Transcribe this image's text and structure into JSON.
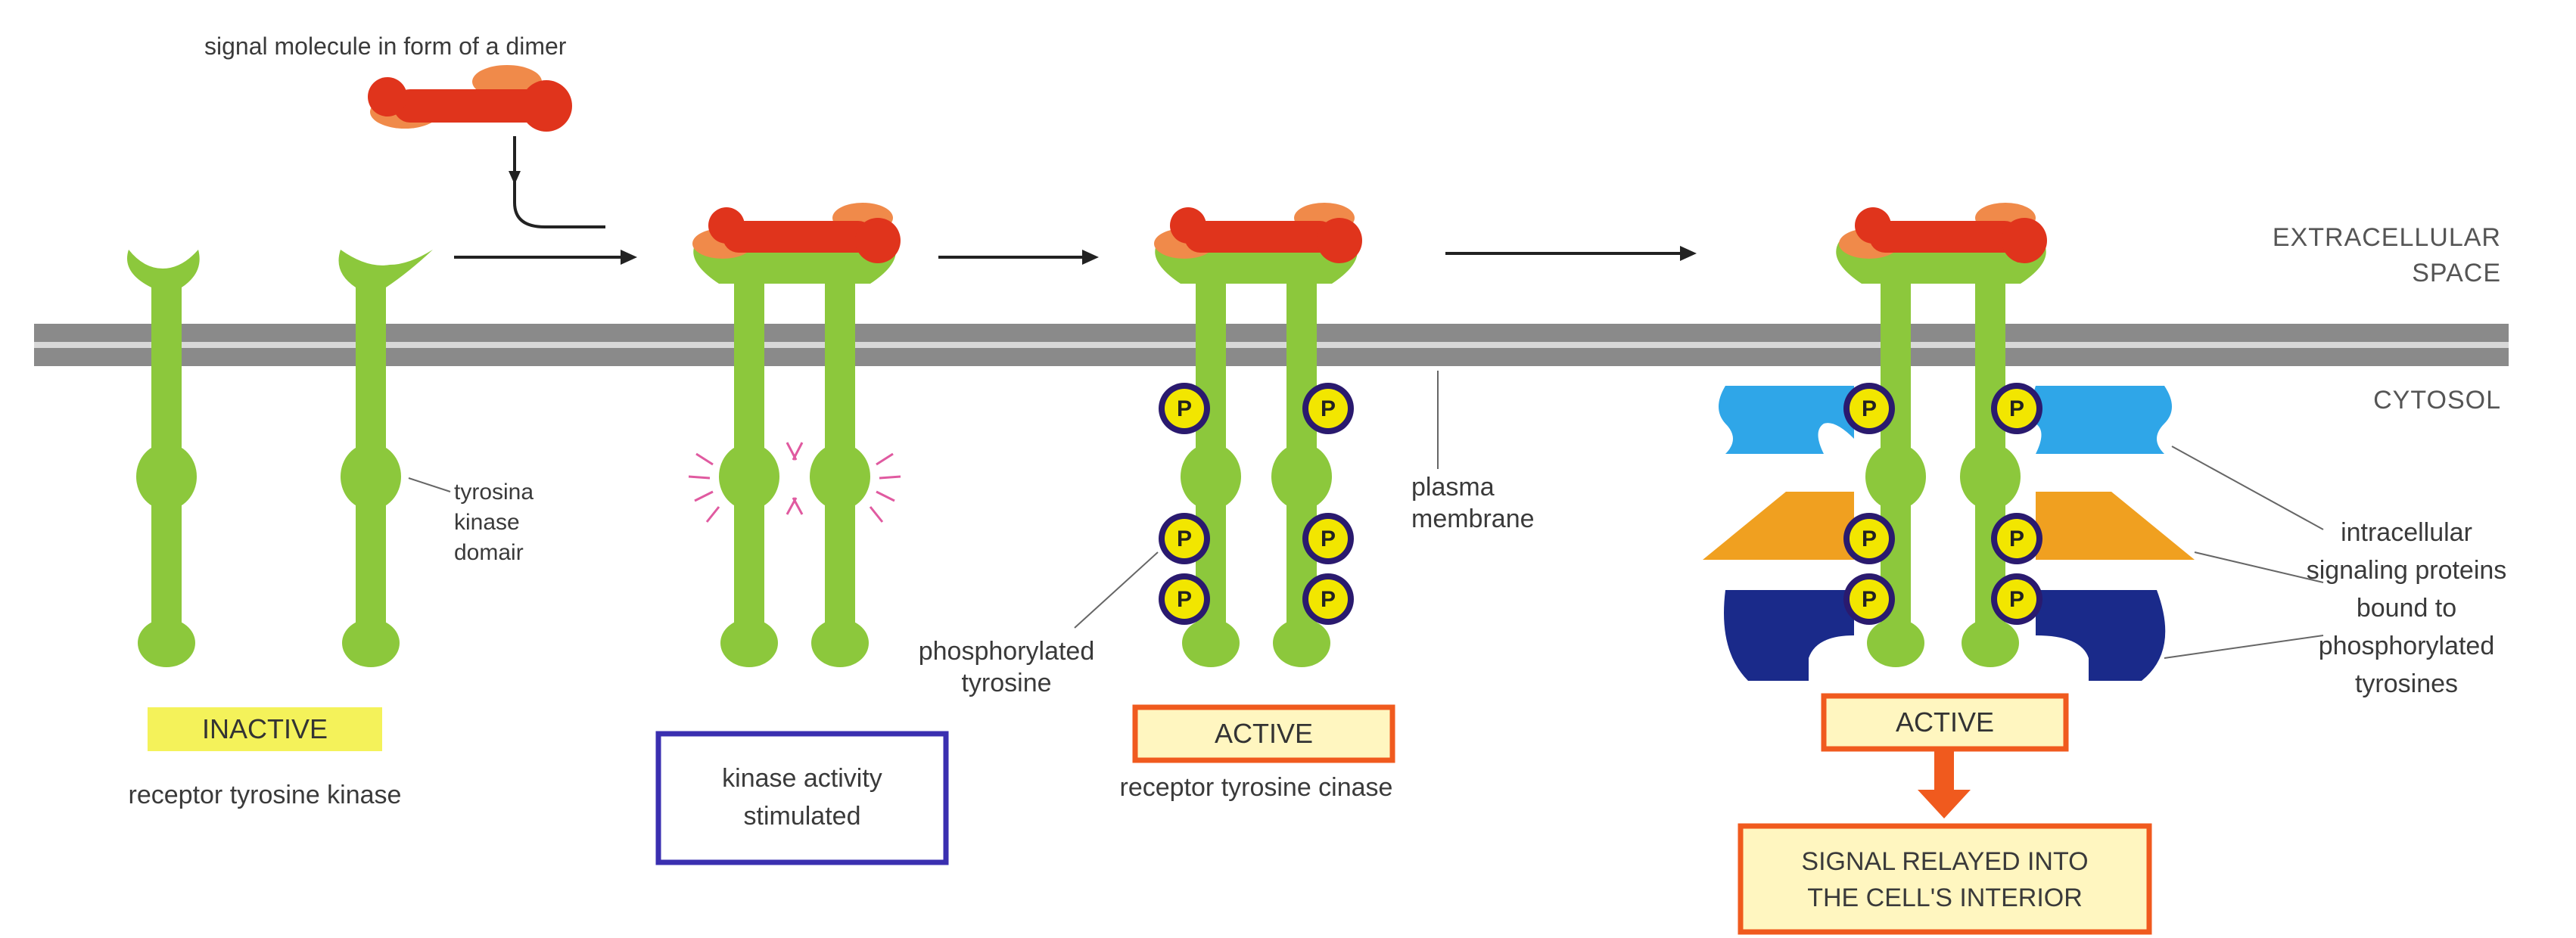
{
  "labels": {
    "signal_molecule": "signal molecule in form of a dimer",
    "extracellular_space_1": "EXTRACELLULAR",
    "extracellular_space_2": "SPACE",
    "cytosol": "CYTOSOL",
    "tyrosine_kinase_domain_1": "tyrosina",
    "tyrosine_kinase_domain_2": "kinase",
    "tyrosine_kinase_domain_3": "domair",
    "plasma_membrane_1": "plasma",
    "plasma_membrane_2": "membrane",
    "phosphorylated_tyrosine_1": "phosphorylated",
    "phosphorylated_tyrosine_2": "tyrosine",
    "intracellular_1": "intracellular",
    "intracellular_2": "signaling proteins",
    "intracellular_3": "bound to",
    "intracellular_4": "phosphorylated",
    "intracellular_5": "tyrosines",
    "receptor_tyrosine_kinase_1": "receptor tyrosine kinase",
    "receptor_tyrosine_kinase_2": "receptor tyrosine cinase",
    "phospho_symbol": "P"
  },
  "boxes": {
    "inactive": "INACTIVE",
    "kinase_activity_1": "kinase activity",
    "kinase_activity_2": "stimulated",
    "active_1": "ACTIVE",
    "active_2": "ACTIVE",
    "signal_relayed_1": "SIGNAL RELAYED INTO",
    "signal_relayed_2": "THE CELL'S INTERIOR"
  },
  "colors": {
    "receptor_green": "#8cc83c",
    "signal_red": "#e0341c",
    "signal_orange": "#f08a4a",
    "phospho_yellow": "#f2e600",
    "phospho_ring": "#2a1a6e",
    "membrane_gray": "#8a8a8a",
    "inactive_highlight": "#f4f25a",
    "kinase_box_border": "#3a2fb0",
    "active_box_border": "#f05a1e",
    "cyan_protein": "#2fa6e8",
    "orange_protein": "#f0a020",
    "navy_protein": "#1a2a8a"
  }
}
